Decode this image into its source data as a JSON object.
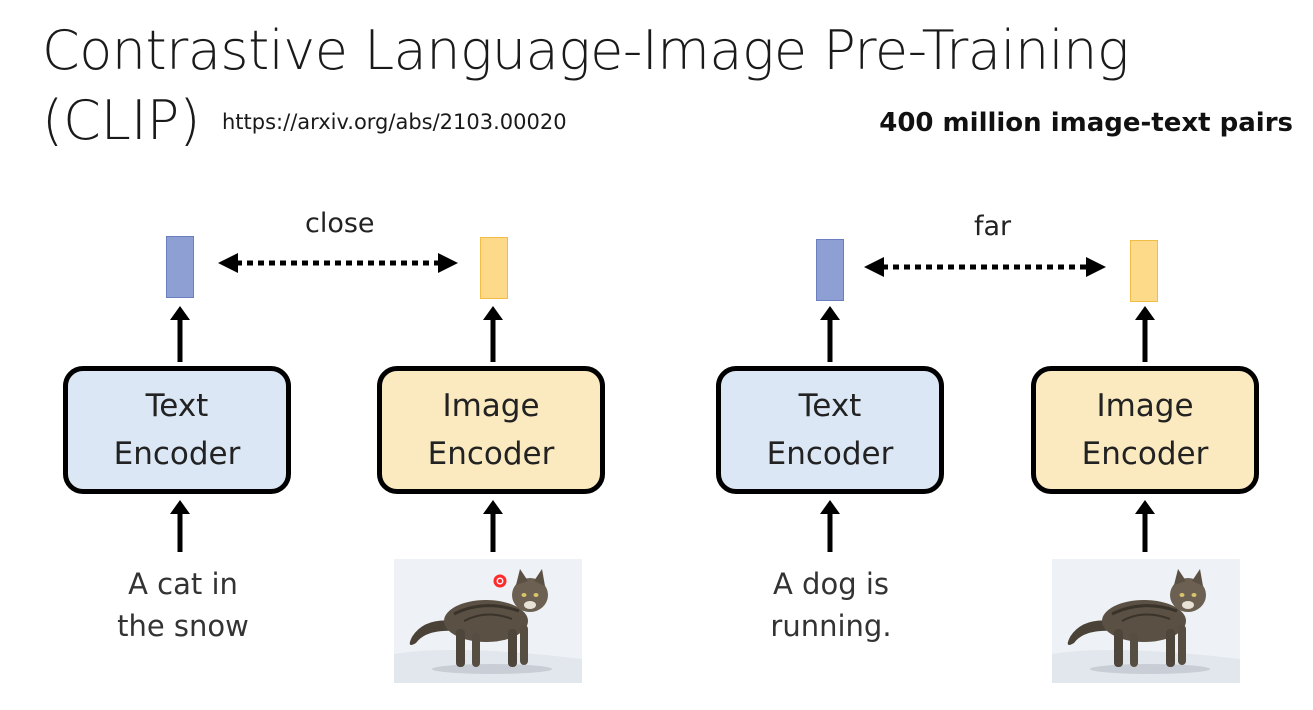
{
  "header": {
    "title_line1": "Contrastive Language-Image Pre-Training",
    "title_line2": "(CLIP)",
    "url": "https://arxiv.org/abs/2103.00020",
    "dataset_note": "400 million image-text pairs"
  },
  "left_pair": {
    "relation": "close",
    "text_encoder": {
      "line1": "Text",
      "line2": "Encoder"
    },
    "image_encoder": {
      "line1": "Image",
      "line2": "Encoder"
    },
    "caption": {
      "line1": "A cat in",
      "line2": "the snow"
    }
  },
  "right_pair": {
    "relation": "far",
    "text_encoder": {
      "line1": "Text",
      "line2": "Encoder"
    },
    "image_encoder": {
      "line1": "Image",
      "line2": "Encoder"
    },
    "caption": {
      "line1": "A dog is",
      "line2": "running."
    }
  },
  "colors": {
    "text_encoder_fill": "#dbe7f5",
    "image_encoder_fill": "#fbeac0",
    "text_vector": "#8e9fd3",
    "image_vector": "#fdd98a"
  }
}
